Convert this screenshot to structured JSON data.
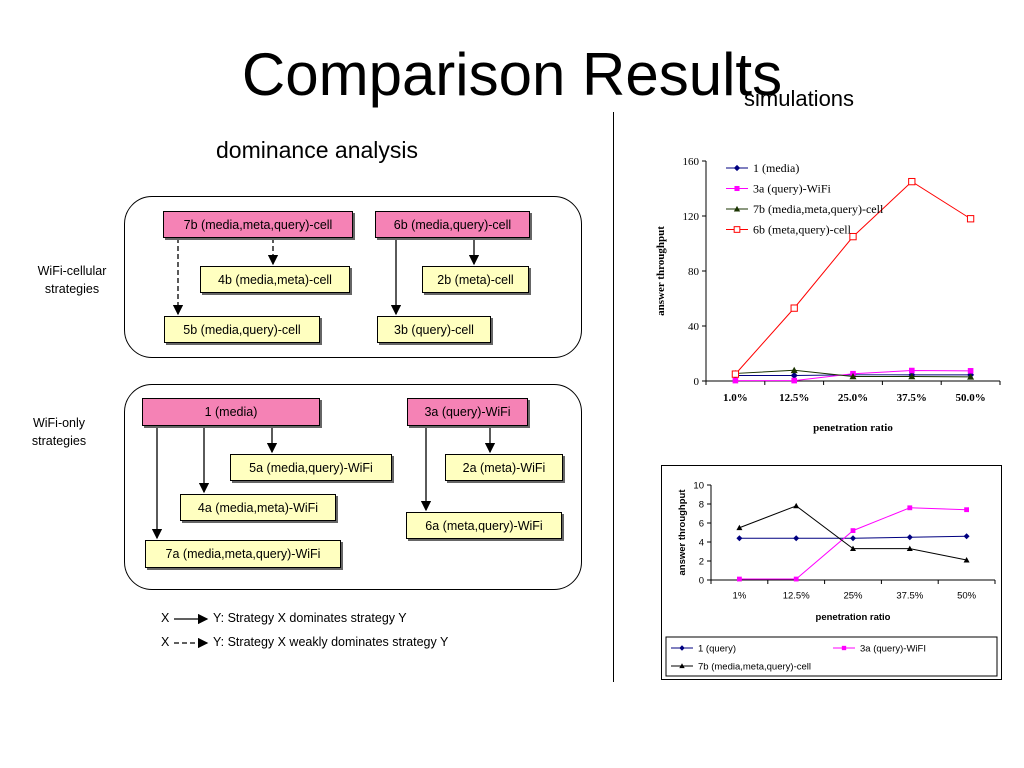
{
  "title": "Comparison Results",
  "simulations_label": "simulations",
  "dominance_label": "dominance analysis",
  "groups": {
    "cellular_label": "WiFi-cellular strategies",
    "wifi_label": "WiFi-only strategies"
  },
  "boxes": {
    "b7b": "7b (media,meta,query)-cell",
    "b6b": "6b (media,query)-cell",
    "b4b": "4b (media,meta)-cell",
    "b2b": "2b (meta)-cell",
    "b5b": "5b (media,query)-cell",
    "b3b": "3b (query)-cell",
    "b1": "1 (media)",
    "b3a": "3a (query)-WiFi",
    "b5a": "5a (media,query)-WiFi",
    "b2a": "2a (meta)-WiFi",
    "b4a": "4a (media,meta)-WiFi",
    "b6a": "6a (meta,query)-WiFi",
    "b7a": "7a (media,meta,query)-WiFi"
  },
  "key": {
    "x": "X",
    "solid_text": "Y: Strategy X dominates strategy Y",
    "dashed_text": "Y: Strategy X weakly dominates strategy Y"
  },
  "chart_data": [
    {
      "type": "line",
      "ylabel": "answer throughput",
      "xlabel": "penetration ratio",
      "categories": [
        "1.0%",
        "12.5%",
        "25.0%",
        "37.5%",
        "50.0%"
      ],
      "ylim": [
        0,
        160
      ],
      "yticks": [
        0,
        40,
        80,
        120,
        160
      ],
      "legend_position": "top-right",
      "series": [
        {
          "name": "1 (media)",
          "values": [
            4,
            4,
            4.5,
            4.5,
            4.5
          ],
          "color": "#000080",
          "marker": "diamond"
        },
        {
          "name": "3a (query)-WiFi",
          "values": [
            0.3,
            0.3,
            5.3,
            7.6,
            7.4
          ],
          "color": "#ff00ff",
          "marker": "square"
        },
        {
          "name": "7b (media,meta,query)-cell",
          "values": [
            5.5,
            7.8,
            3.3,
            3.3,
            3
          ],
          "color": "#1a3300",
          "marker": "triangle"
        },
        {
          "name": "6b (meta,query)-cell",
          "values": [
            5,
            53,
            105,
            145,
            118
          ],
          "color": "#ff0000",
          "marker": "open-square"
        }
      ]
    },
    {
      "type": "line",
      "ylabel": "answer throughput",
      "xlabel": "penetration ratio",
      "categories": [
        "1%",
        "12.5%",
        "25%",
        "37.5%",
        "50%"
      ],
      "ylim": [
        0,
        10
      ],
      "yticks": [
        0,
        2,
        4,
        6,
        8,
        10
      ],
      "legend_position": "bottom",
      "series": [
        {
          "name": "1 (query)",
          "values": [
            4.4,
            4.4,
            4.4,
            4.5,
            4.6
          ],
          "color": "#000080",
          "marker": "diamond"
        },
        {
          "name": "3a (query)-WiFI",
          "values": [
            0.1,
            0.1,
            5.2,
            7.6,
            7.4
          ],
          "color": "#ff00ff",
          "marker": "square"
        },
        {
          "name": "7b (media,meta,query)-cell",
          "values": [
            5.5,
            7.8,
            3.3,
            3.3,
            2.1
          ],
          "color": "#000000",
          "marker": "triangle"
        }
      ]
    }
  ]
}
